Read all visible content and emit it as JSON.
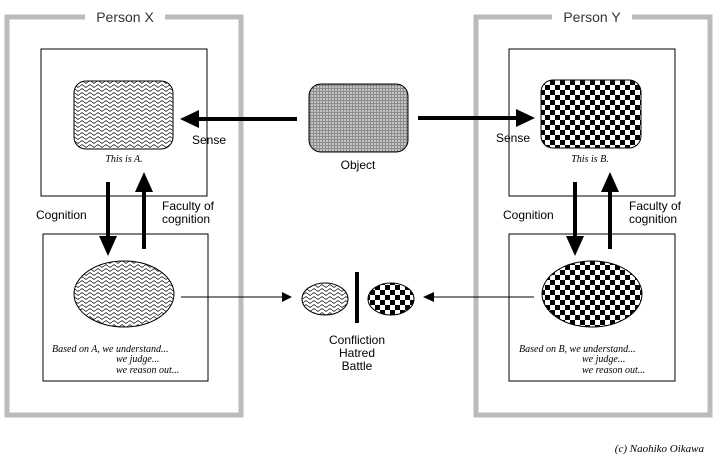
{
  "person_x": {
    "title": "Person X",
    "image_caption": "This is A.",
    "sense_label": "Sense",
    "cognition_label": "Cognition",
    "faculty_line1": "Faculty of",
    "faculty_line2": "cognition",
    "belief_line1": "Based on A, we understand...",
    "belief_line2": "we judge...",
    "belief_line3": "we reason out..."
  },
  "person_y": {
    "title": "Person Y",
    "image_caption": "This is B.",
    "sense_label": "Sense",
    "cognition_label": "Cognition",
    "faculty_line1": "Faculty of",
    "faculty_line2": "cognition",
    "belief_line1": "Based on B, we understand...",
    "belief_line2": "we judge...",
    "belief_line3": "we reason out..."
  },
  "object": {
    "label": "Object"
  },
  "conflict": {
    "line1": "Confliction",
    "line2": "Hatred",
    "line3": "Battle"
  },
  "credit": "(c) Naohiko Oikawa",
  "colors": {
    "frame": "#bbbbbb",
    "ink": "#000000",
    "background": "#ffffff"
  }
}
